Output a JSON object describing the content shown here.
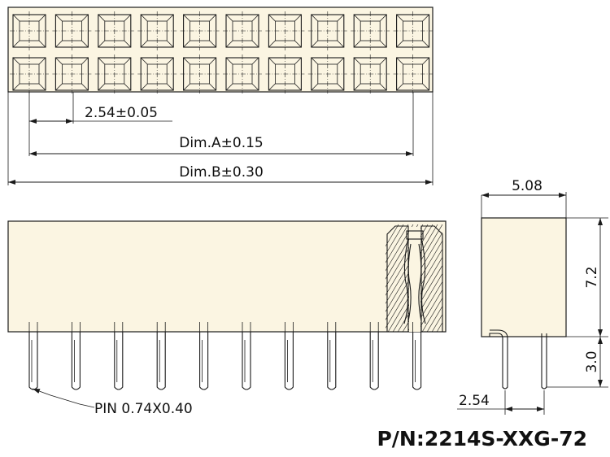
{
  "drawing": {
    "pitch_label": "2.54±0.05",
    "dim_a_label": "Dim.A±0.15",
    "dim_b_label": "Dim.B±0.30",
    "width_label": "5.08",
    "height_label": "7.2",
    "tail_label": "3.0",
    "side_pitch_label": "2.54",
    "pin_label": "PIN 0.74X0.40",
    "part_number": "P/N:2214S-XXG-72"
  },
  "grid": {
    "rows": 2,
    "columns": 10
  },
  "colors": {
    "body": "#fbf5e2",
    "line": "#1a1a1a"
  }
}
